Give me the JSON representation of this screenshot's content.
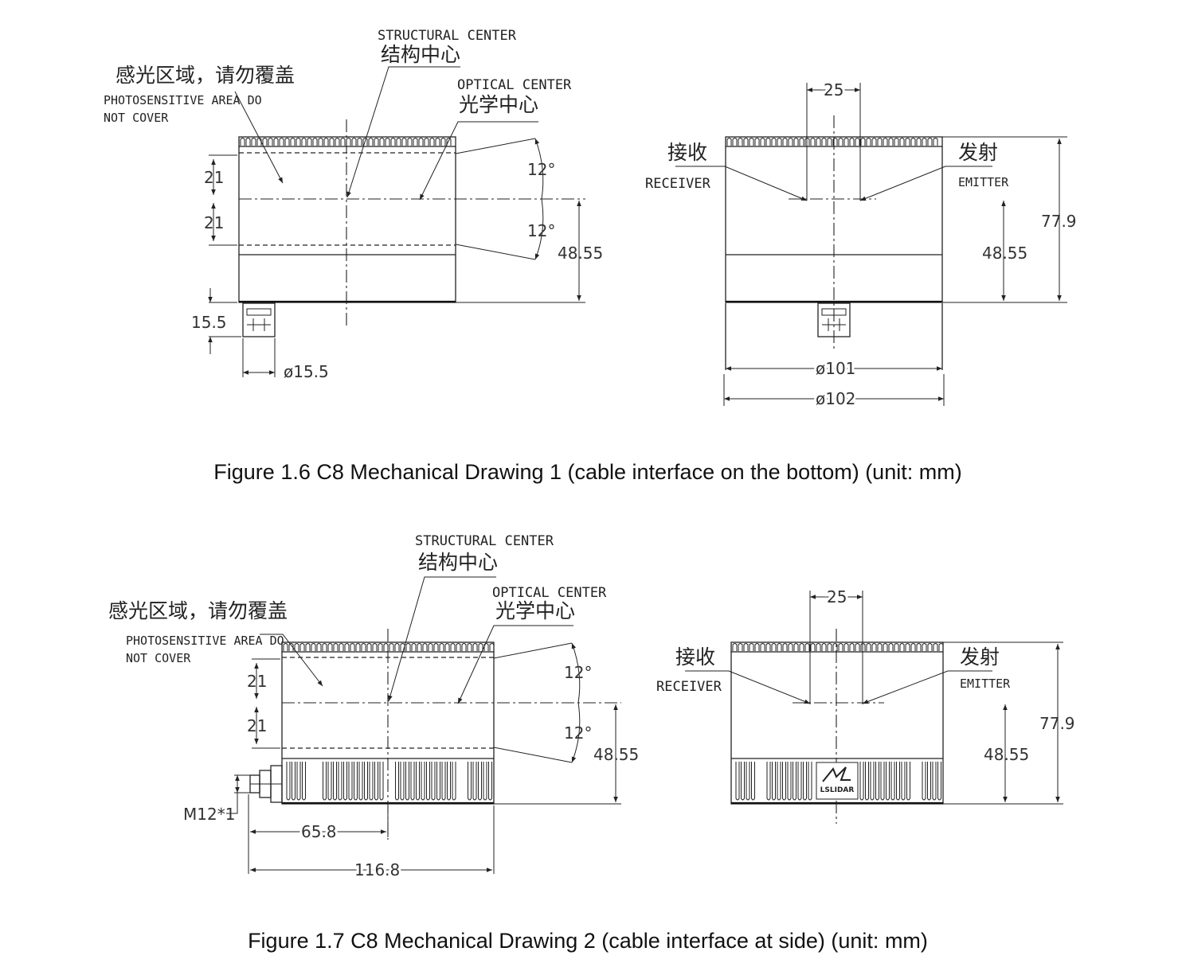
{
  "figure1": {
    "caption": "Figure 1.6 C8 Mechanical Drawing 1 (cable interface on the bottom) (unit: mm)",
    "front": {
      "photosensitive_cn": "感光区域，请勿覆盖",
      "photosensitive_en_1": "PHOTOSENSITIVE AREA DO",
      "photosensitive_en_2": "NOT COVER",
      "structural_en": "STRUCTURAL CENTER",
      "structural_cn": "结构中心",
      "optical_en": "OPTICAL CENTER",
      "optical_cn": "光学中心",
      "dim_21_top": "21",
      "dim_21_bottom": "21",
      "angle_top": "12°",
      "angle_bottom": "12°",
      "dim_height": "48.55",
      "dim_connector": "15.5",
      "dim_connector_dia": "ø15.5"
    },
    "side": {
      "dim_spacing": "25",
      "receiver_cn": "接收",
      "receiver_en": "RECEIVER",
      "emitter_cn": "发射",
      "emitter_en": "EMITTER",
      "dim_height": "48.55",
      "dim_total": "77.9",
      "dim_dia_inner": "ø101",
      "dim_dia_outer": "ø102"
    }
  },
  "figure2": {
    "caption": "Figure 1.7 C8 Mechanical Drawing 2 (cable interface at side) (unit: mm)",
    "front": {
      "structural_en": "STRUCTURAL CENTER",
      "structural_cn": "结构中心",
      "optical_en": "OPTICAL CENTER",
      "optical_cn": "光学中心",
      "photosensitive_cn": "感光区域，请勿覆盖",
      "photosensitive_en_1": "PHOTOSENSITIVE AREA DO",
      "photosensitive_en_2": "NOT COVER",
      "dim_21_top": "21",
      "dim_21_bottom": "21",
      "angle_top": "12°",
      "angle_bottom": "12°",
      "dim_height": "48.55",
      "thread_label": "M12*1",
      "dim_center_offset": "65.8",
      "dim_total_width": "116.8"
    },
    "side": {
      "dim_spacing": "25",
      "receiver_cn": "接收",
      "receiver_en": "RECEIVER",
      "emitter_cn": "发射",
      "emitter_en": "EMITTER",
      "dim_height": "48.55",
      "dim_total": "77.9",
      "logo_text": "LSLIDAR"
    }
  }
}
